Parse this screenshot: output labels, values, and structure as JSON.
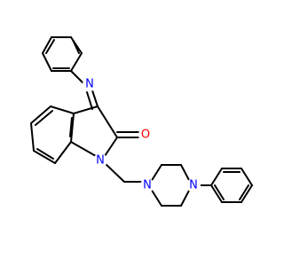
{
  "molecule": {
    "atoms": [
      {
        "id": "n-imine",
        "label": "N",
        "color": "#0000ff"
      },
      {
        "id": "o-carbonyl",
        "label": "O",
        "color": "#ff0000"
      },
      {
        "id": "n-indole",
        "label": "N",
        "color": "#0000ff"
      },
      {
        "id": "n-piperazine-1",
        "label": "N",
        "color": "#0000ff"
      },
      {
        "id": "n-piperazine-4",
        "label": "N",
        "color": "#0000ff"
      }
    ],
    "bond_color": "#000000"
  }
}
